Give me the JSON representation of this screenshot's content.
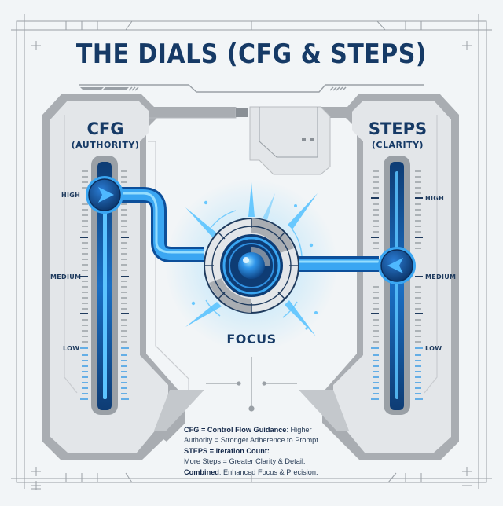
{
  "title": "THE DIALS (CFG & STEPS)",
  "colors": {
    "background": "#f2f5f7",
    "title": "#163a66",
    "panel_light": "#e3e6e9",
    "panel_dark": "#a9adb2",
    "accent_blue": "#2f8fe0",
    "accent_glow": "#5cc4ff",
    "track_dark": "#0e3c74"
  },
  "cfg_dial": {
    "title": "CFG",
    "subtitle": "(AUTHORITY)",
    "levels": [
      "HIGH",
      "MEDIUM",
      "LOW"
    ],
    "knob_position": "HIGH",
    "knob_icon": "arrow-right-icon"
  },
  "steps_dial": {
    "title": "STEPS",
    "subtitle": "(CLARITY)",
    "levels": [
      "HIGH",
      "MEDIUM",
      "LOW"
    ],
    "knob_position": "MEDIUM",
    "knob_icon": "arrow-left-icon"
  },
  "center": {
    "label": "FOCUS",
    "icon": "lens-eye-icon"
  },
  "legend": {
    "line1_bold": "CFG = Control Flow Guidance",
    "line1_rest": ": Higher",
    "line2": "Authority = Stronger Adherence to Prompt.",
    "line3_bold": "STEPS = Iteration Count:",
    "line4": "More Steps = Greater Clarity & Detail.",
    "line5_bold": "Combined",
    "line5_rest": ": Enhanced Focus & Precision."
  }
}
